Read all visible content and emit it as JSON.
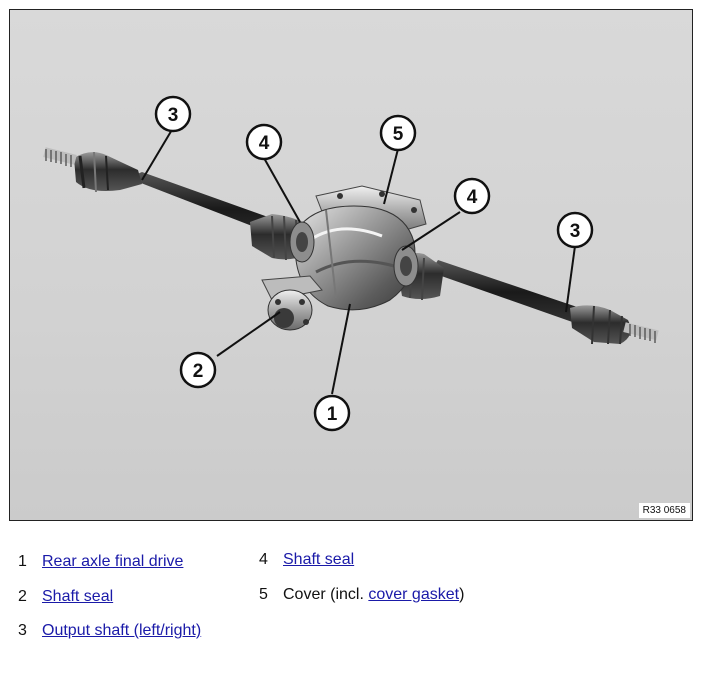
{
  "figure": {
    "reference": "R33 0658",
    "callouts": [
      "1",
      "2",
      "3",
      "3",
      "4",
      "4",
      "5"
    ]
  },
  "legend": [
    {
      "number": "1",
      "link": "Rear axle final drive"
    },
    {
      "number": "2",
      "link": "Shaft seal"
    },
    {
      "number": "3",
      "link": "Output shaft (left/right)"
    },
    {
      "number": "4",
      "link": "Shaft seal"
    },
    {
      "number": "5",
      "prefix": "Cover (incl. ",
      "link": "cover gasket",
      "suffix": ")"
    }
  ],
  "colors": {
    "link": "#1a1aa8",
    "background": "#d4d4d4"
  }
}
